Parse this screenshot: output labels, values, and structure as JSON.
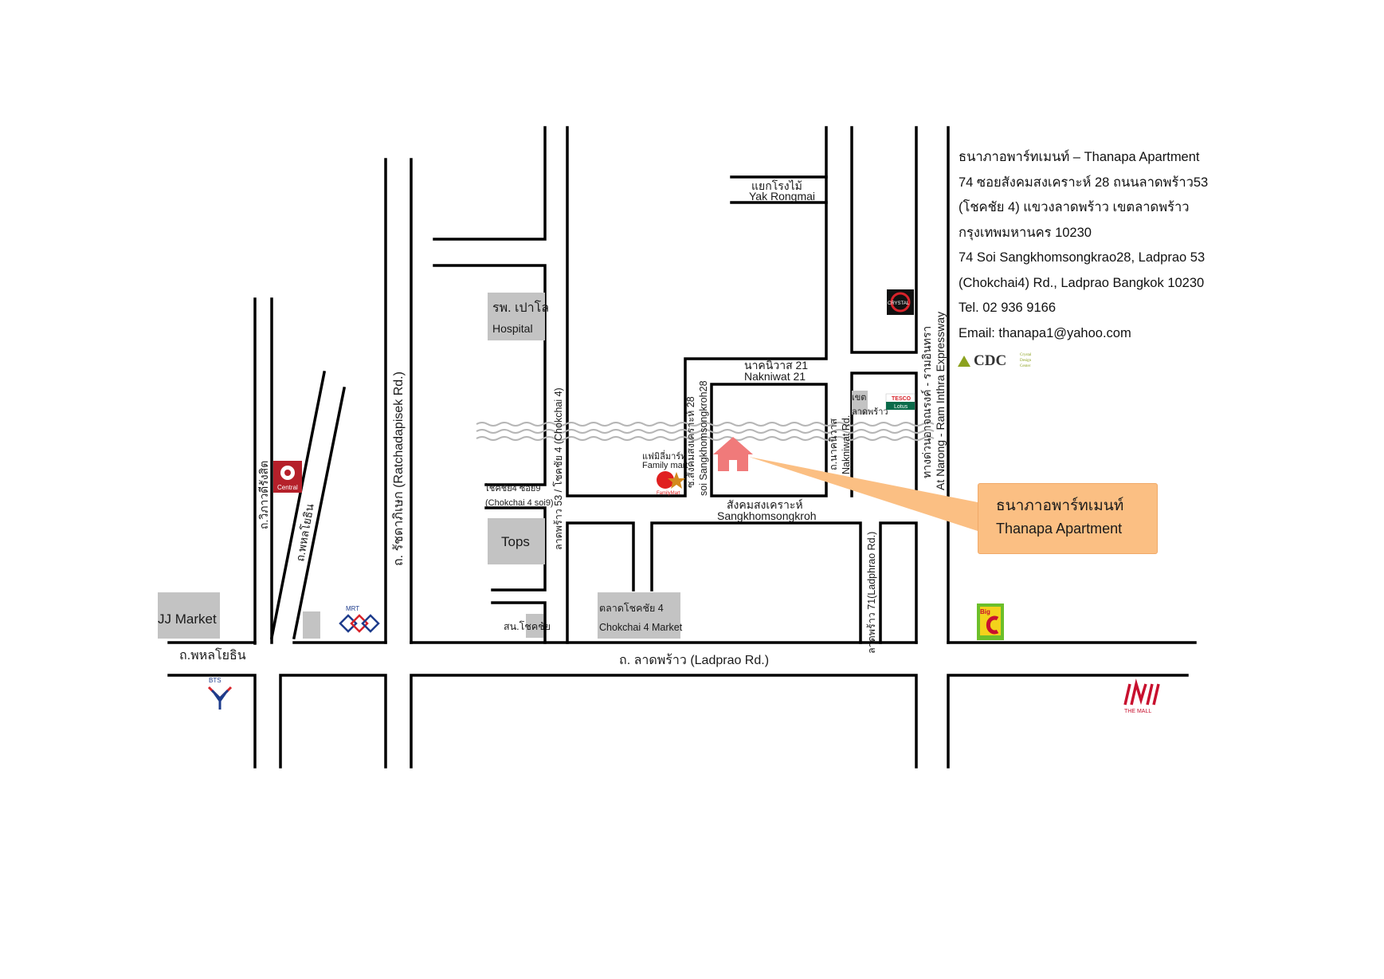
{
  "info": {
    "line1": "ธนาภาอพาร์ทเมนท์ – Thanapa Apartment",
    "line2": "74 ซอยสังคมสงเคราะห์ 28 ถนนลาดพร้าว53",
    "line3": "(โชคชัย 4) แขวงลาดพร้าว เขตลาดพร้าว",
    "line4": "กรุงเทพมหานคร 10230",
    "line5": "74  Soi Sangkhomsongkrao28, Ladprao 53",
    "line6": "(Chokchai4) Rd., Ladprao Bangkok 10230",
    "line7": "Tel. 02 936 9166",
    "line8": "Email: thanapa1@yahoo.com"
  },
  "cdc_logo": {
    "text": "CDC",
    "sub1": "Crystal",
    "sub2": "Design",
    "sub3": "Center"
  },
  "callout": {
    "thai": "ธนาภาอพาร์ทเมนท์",
    "english": "Thanapa Apartment",
    "color": "#fbbf83"
  },
  "colors": {
    "road": "#000000",
    "canal": "#b5b5b5",
    "landmark_box": "#c3c3c3",
    "house": "#f07a7a",
    "central_red": "#b5202a"
  },
  "labels": {
    "yak_th": "แยกโรงไม้",
    "yak_en": "Yak Rongmai",
    "nakniwat21_th": "นาคนิวาส 21",
    "nakniwat21_en": "Nakniwat 21",
    "hospital_th": "รพ. เปาโล",
    "hospital_en": "Hospital",
    "tops": "Tops",
    "jj_market": "JJ Market",
    "phahon_bottom": "ถ.พหลโยธิน",
    "ladprao_rd": "ถ. ลาดพร้าว (Ladprao Rd.)",
    "chokchai_market_th": "ตลาดโชคชัย 4",
    "chokchai_market_en": "Chokchai 4 Market",
    "sangkhom_th": "สังคมสงเคราะห์",
    "sangkhom_en": "Sangkhomsongkroh",
    "familymart_th": "แฟมิลี่มาร์ท",
    "familymart_en": "Family mart",
    "familymart_logo": "FamilyMart",
    "soi9_th": "โชคชัย4 ซอย9",
    "soi9_en": "(Chokchai 4 soi9)",
    "police_th": "สน.โชคชัย",
    "khet_th_1": "เขต",
    "khet_th_2": "ลาดพร้าว",
    "vibhavadi_th": "ถ.วิภาวดีรังสิต",
    "phahon_diag": "ถ.พหลโยธิน",
    "ratchada": "ถ. รัชดาภิเษก (Ratchadapisek Rd.)",
    "chokchai4_rd": "ลาดพร้าว 53 / โชคชัย 4 (Chokchai 4)",
    "soi28_th": "ซ.สังคมสงเคราะห์ 28",
    "soi28_en": "soi Sangkhomsongkroh28",
    "nakniwat_th": "ถ.นาคนิวาส",
    "nakniwat_en": "Nakniwat Rd.",
    "ladprao71": "ลาดพร้าว 71(Ladphrao Rd.)",
    "expressway_th": "ทางด่วนอาจณรงค์ - รามอินทรา",
    "expressway_en": "At Narong - Ram Inthra Expressway"
  },
  "logos": {
    "central": "Central",
    "mrt": "MRT",
    "bts": "BTS",
    "crystal": "CRYSTAL",
    "tesco": "TESCO",
    "lotus": "Lotus",
    "bigc": "Big",
    "the_mall": "THE MALL"
  }
}
